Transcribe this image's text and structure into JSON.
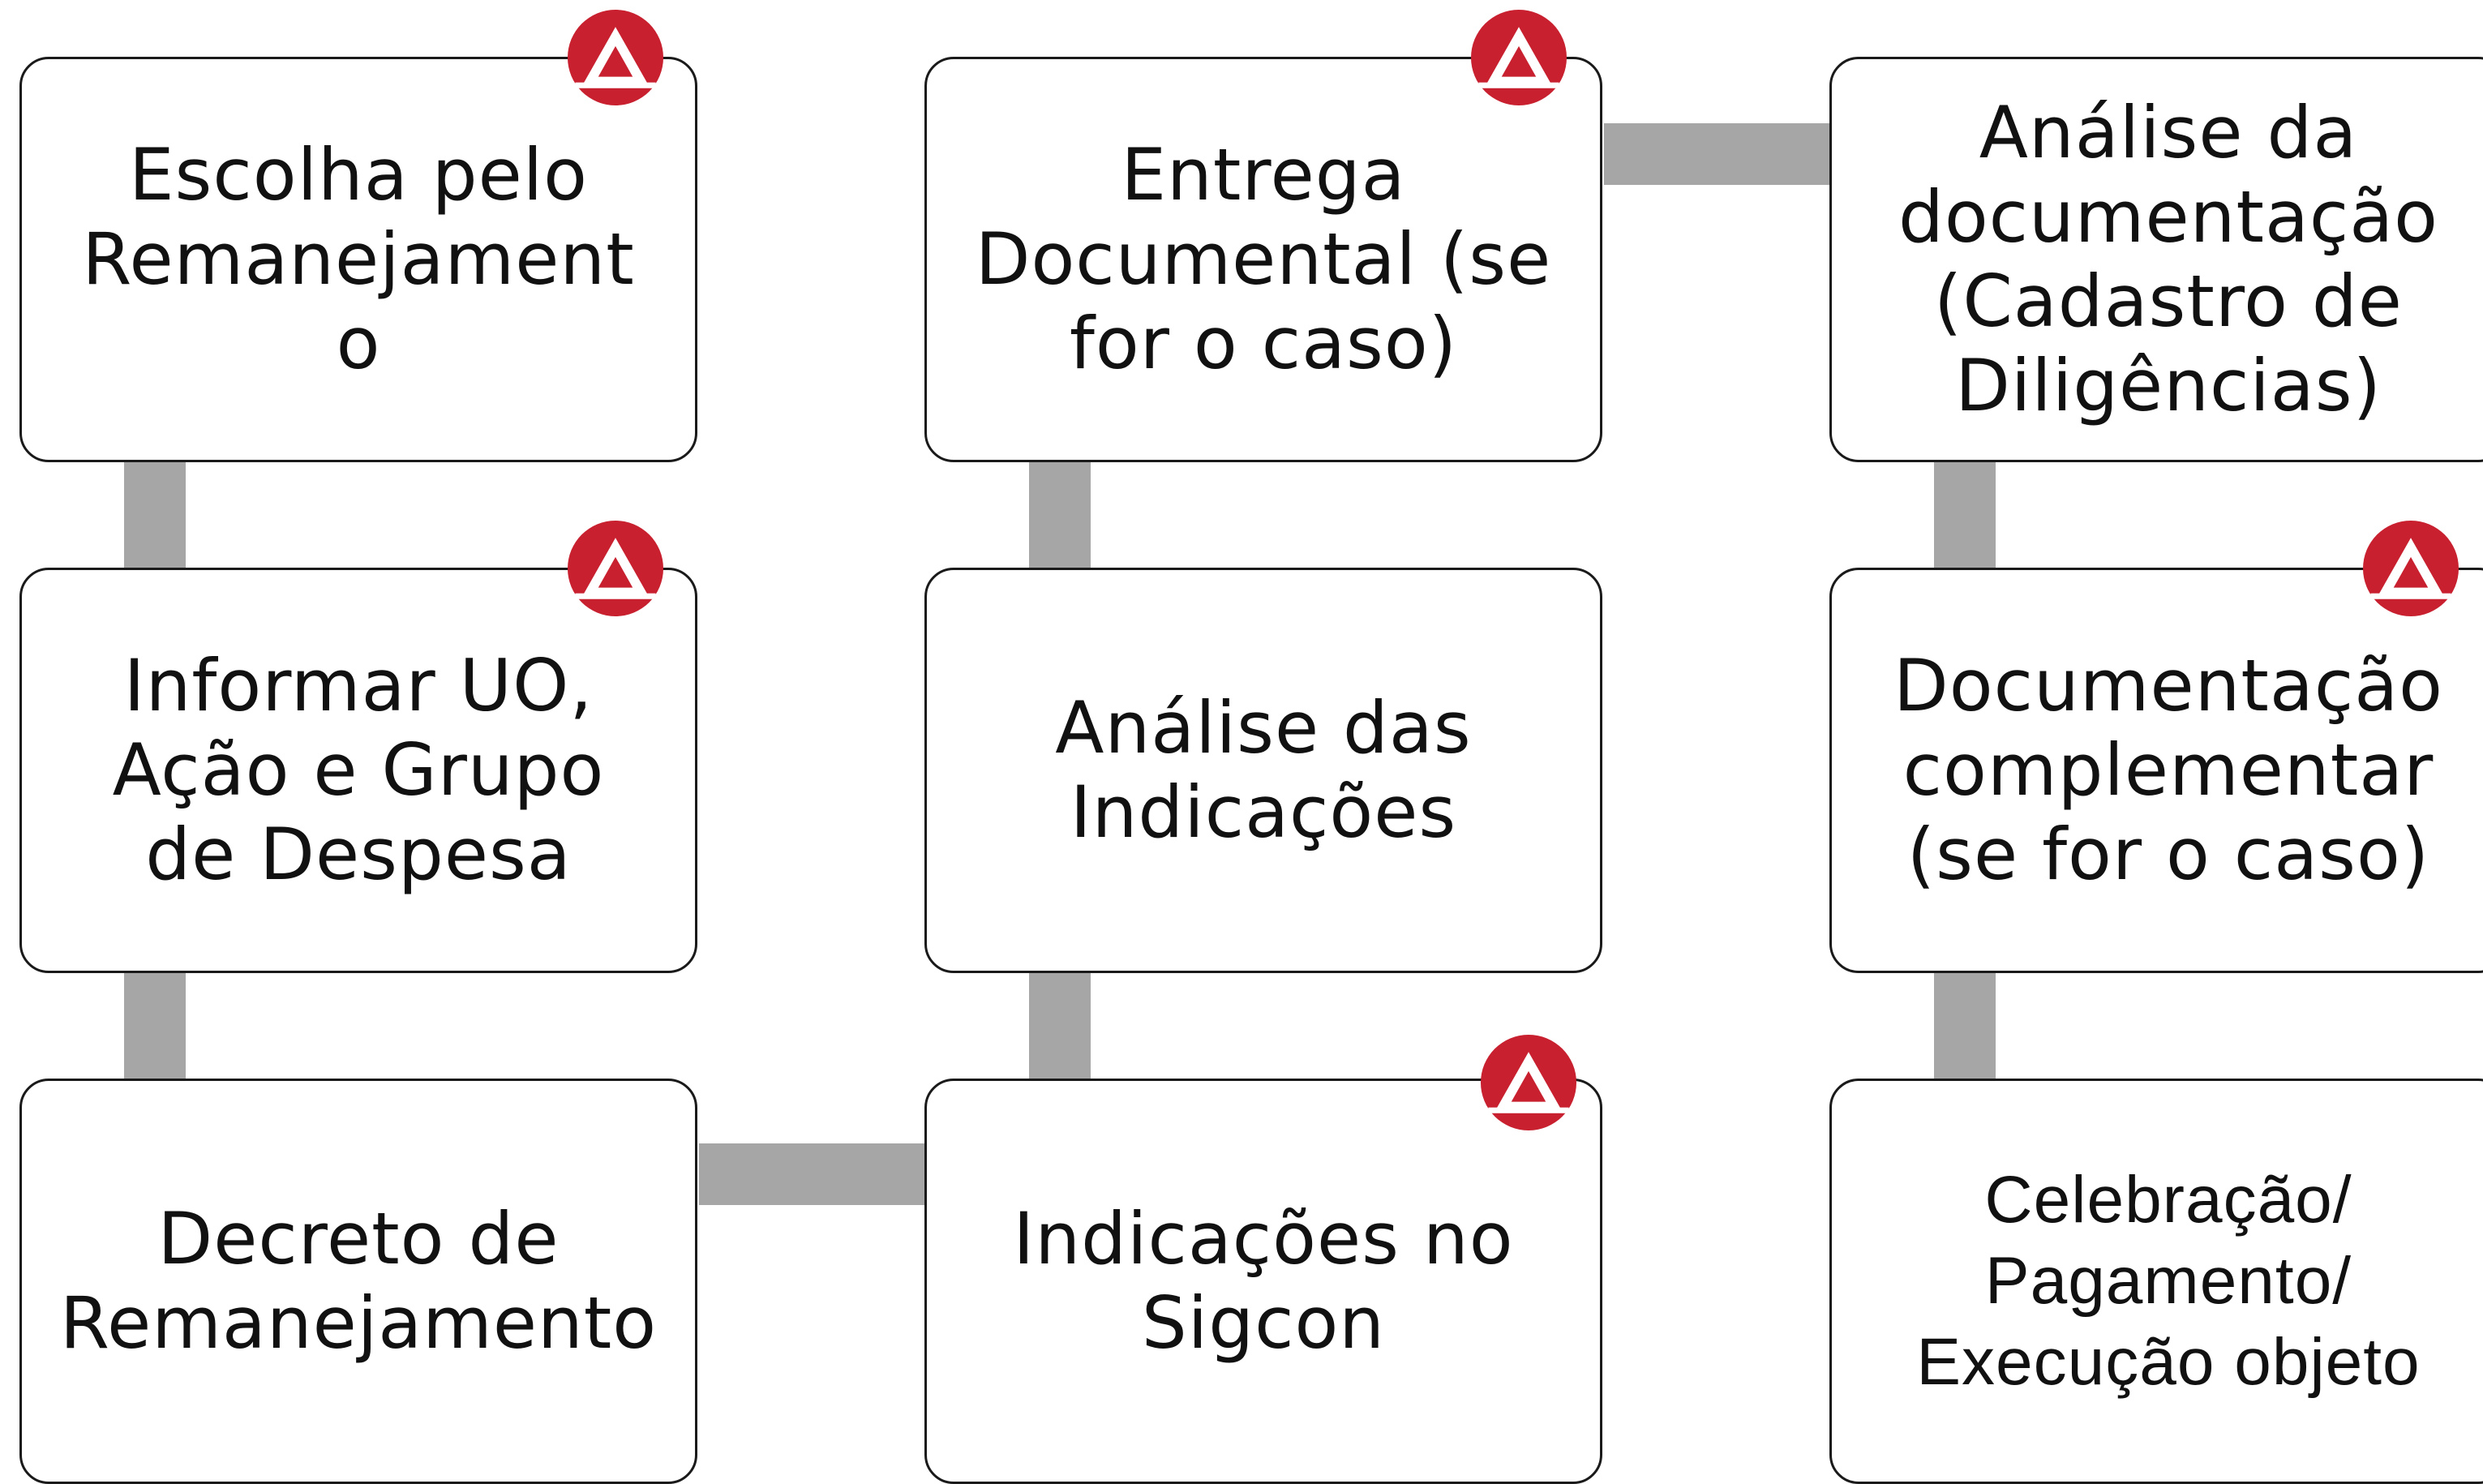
{
  "diagram": {
    "boxes": [
      {
        "id": "escolha",
        "label": "Escolha pelo\nRemanejament\no",
        "has_logo": true
      },
      {
        "id": "informar",
        "label": "Informar UO,\nAção e Grupo\nde Despesa",
        "has_logo": true
      },
      {
        "id": "decreto",
        "label": "Decreto de\nRemanejamento",
        "has_logo": false
      },
      {
        "id": "indicacoes-sigcon",
        "label": "Indicações no\nSigcon",
        "has_logo": true
      },
      {
        "id": "analise-indicacoes",
        "label": "Análise das\nIndicações",
        "has_logo": false
      },
      {
        "id": "entrega",
        "label": "Entrega\nDocumental (se\nfor o caso)",
        "has_logo": true
      },
      {
        "id": "analise-documentacao",
        "label": "Análise da\ndocumentação\n(Cadastro de\nDiligências)",
        "has_logo": false
      },
      {
        "id": "documentacao-complementar",
        "label": "Documentação\ncomplementar\n(se for o caso)",
        "has_logo": true
      },
      {
        "id": "celebracao",
        "label": "Celebração/\nPagamento/\nExecução objeto",
        "has_logo": false
      }
    ],
    "flow": [
      "escolha",
      "informar",
      "decreto",
      "indicacoes-sigcon",
      "analise-indicacoes",
      "entrega",
      "analise-documentacao",
      "documentacao-complementar",
      "celebracao"
    ],
    "colors": {
      "connector": "#a6a6a6",
      "box_border": "#1a1a1a",
      "logo_red": "#c8202f"
    },
    "logo_icon": "minas-gerais-triangle-logo"
  }
}
